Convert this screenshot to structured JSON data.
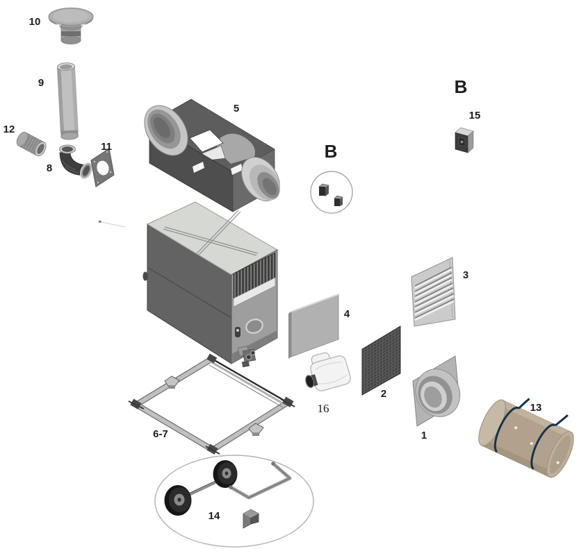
{
  "diagram": {
    "kind": "exploded-parts-diagram"
  },
  "colors": {
    "background": "#ffffff",
    "dark_panel": "#4e4e4e",
    "mid_panel": "#6b6b6b",
    "light_top": "#d6d8d4",
    "collar_gray": "#c6c6c6",
    "mesh_dark": "#454545",
    "louver_gray": "#cbcbcb",
    "tank_tan": "#b2a28d",
    "strap_navy": "#16334a",
    "wheel_black": "#161616",
    "frame_gray": "#bfbfbf",
    "label_ink": "#1c1c1c"
  },
  "labels": [
    {
      "part": "10",
      "text": "10"
    },
    {
      "part": "9",
      "text": "9"
    },
    {
      "part": "12",
      "text": "12"
    },
    {
      "part": "8",
      "text": "8"
    },
    {
      "part": "11",
      "text": "11"
    },
    {
      "part": "5",
      "text": "5"
    },
    {
      "part": "B-left",
      "text": "B"
    },
    {
      "part": "B-right",
      "text": "B"
    },
    {
      "part": "15",
      "text": "15"
    },
    {
      "part": "3",
      "text": "3"
    },
    {
      "part": "4",
      "text": "4"
    },
    {
      "part": "2",
      "text": "2"
    },
    {
      "part": "16",
      "text": "16"
    },
    {
      "part": "1",
      "text": "1"
    },
    {
      "part": "13",
      "text": "13"
    },
    {
      "part": "6-7",
      "text": "6-7"
    },
    {
      "part": "14",
      "text": "14"
    }
  ]
}
